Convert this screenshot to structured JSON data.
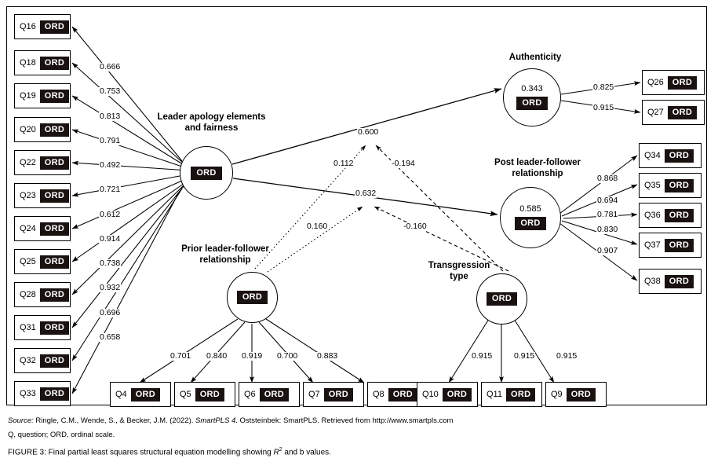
{
  "figure": {
    "source_prefix": "Source:",
    "source_text": " Ringle, C.M., Wende, S., & Becker, J.M. (2022). ",
    "source_italic": "SmartPLS 4",
    "source_tail": ". Oststeinbek: SmartPLS. Retrieved from http://www.smartpls.com",
    "abbrev_note": "Q, question; ORD, ordinal scale.",
    "caption_head": "FIGURE 3:",
    "caption_body_1": " Final partial least squares structural equation modelling showing ",
    "caption_italic": "R",
    "caption_sup": "2",
    "caption_body_2": " and b values."
  },
  "ord_label": "ORD",
  "constructs": [
    {
      "id": "leader-apology",
      "title": "Leader apology elements\nand fairness",
      "r2": ""
    },
    {
      "id": "prior-relationship",
      "title": "Prior leader-follower\nrelationship",
      "r2": ""
    },
    {
      "id": "authenticity",
      "title": "Authenticity",
      "r2": "0.343"
    },
    {
      "id": "post-relationship",
      "title": "Post leader-follower\nrelationship",
      "r2": "0.585"
    },
    {
      "id": "transgression-type",
      "title": "Transgression\ntype",
      "r2": ""
    }
  ],
  "indicators": {
    "leader_apology": [
      {
        "q": "Q16",
        "loading": "0.666"
      },
      {
        "q": "Q18",
        "loading": "0.753"
      },
      {
        "q": "Q19",
        "loading": "0.813"
      },
      {
        "q": "Q20",
        "loading": "0.791"
      },
      {
        "q": "Q22",
        "loading": "0.492"
      },
      {
        "q": "Q23",
        "loading": "0.721"
      },
      {
        "q": "Q24",
        "loading": "0.612"
      },
      {
        "q": "Q25",
        "loading": "0.914"
      },
      {
        "q": "Q28",
        "loading": "0.738"
      },
      {
        "q": "Q31",
        "loading": "0.932"
      },
      {
        "q": "Q32",
        "loading": "0.696"
      },
      {
        "q": "Q33",
        "loading": "0.658"
      }
    ],
    "prior_relationship": [
      {
        "q": "Q4",
        "loading": "0.701"
      },
      {
        "q": "Q5",
        "loading": "0.840"
      },
      {
        "q": "Q6",
        "loading": "0.919"
      },
      {
        "q": "Q7",
        "loading": "0.700"
      },
      {
        "q": "Q8",
        "loading": "0.883"
      }
    ],
    "transgression_type": [
      {
        "q": "Q10",
        "loading": "0.915"
      },
      {
        "q": "Q11",
        "loading": "0.915"
      },
      {
        "q": "Q9",
        "loading": "0.915"
      }
    ],
    "authenticity": [
      {
        "q": "Q26",
        "loading": "0.825"
      },
      {
        "q": "Q27",
        "loading": "0.915"
      }
    ],
    "post_relationship": [
      {
        "q": "Q34",
        "loading": "0.868"
      },
      {
        "q": "Q35",
        "loading": "0.694"
      },
      {
        "q": "Q36",
        "loading": "0.781"
      },
      {
        "q": "Q37",
        "loading": "0.830"
      },
      {
        "q": "Q38",
        "loading": "0.907"
      }
    ]
  },
  "paths": [
    {
      "id": "apology-to-authenticity",
      "value": "0.600",
      "style": "solid"
    },
    {
      "id": "apology-to-post",
      "value": "0.632",
      "style": "solid"
    },
    {
      "id": "prior-to-authenticity",
      "value": "0.112",
      "style": "dotted"
    },
    {
      "id": "prior-to-post",
      "value": "0.160",
      "style": "dotted"
    },
    {
      "id": "transgression-to-authenticity",
      "value": "-0.194",
      "style": "dashed"
    },
    {
      "id": "transgression-to-post",
      "value": "-0.160",
      "style": "dashed"
    }
  ],
  "chart_data": {
    "type": "diagram",
    "title": "Final partial least squares structural equation modelling showing R2 and b values.",
    "latent_variables": [
      {
        "name": "Leader apology elements and fairness",
        "r2": null,
        "scale": "ORD"
      },
      {
        "name": "Prior leader-follower relationship",
        "r2": null,
        "scale": "ORD"
      },
      {
        "name": "Transgression type",
        "r2": null,
        "scale": "ORD"
      },
      {
        "name": "Authenticity",
        "r2": 0.343,
        "scale": "ORD"
      },
      {
        "name": "Post leader-follower relationship",
        "r2": 0.585,
        "scale": "ORD"
      }
    ],
    "outer_loadings": [
      {
        "construct": "Leader apology elements and fairness",
        "indicator": "Q16",
        "value": 0.666
      },
      {
        "construct": "Leader apology elements and fairness",
        "indicator": "Q18",
        "value": 0.753
      },
      {
        "construct": "Leader apology elements and fairness",
        "indicator": "Q19",
        "value": 0.813
      },
      {
        "construct": "Leader apology elements and fairness",
        "indicator": "Q20",
        "value": 0.791
      },
      {
        "construct": "Leader apology elements and fairness",
        "indicator": "Q22",
        "value": 0.492
      },
      {
        "construct": "Leader apology elements and fairness",
        "indicator": "Q23",
        "value": 0.721
      },
      {
        "construct": "Leader apology elements and fairness",
        "indicator": "Q24",
        "value": 0.612
      },
      {
        "construct": "Leader apology elements and fairness",
        "indicator": "Q25",
        "value": 0.914
      },
      {
        "construct": "Leader apology elements and fairness",
        "indicator": "Q28",
        "value": 0.738
      },
      {
        "construct": "Leader apology elements and fairness",
        "indicator": "Q31",
        "value": 0.932
      },
      {
        "construct": "Leader apology elements and fairness",
        "indicator": "Q32",
        "value": 0.696
      },
      {
        "construct": "Leader apology elements and fairness",
        "indicator": "Q33",
        "value": 0.658
      },
      {
        "construct": "Prior leader-follower relationship",
        "indicator": "Q4",
        "value": 0.701
      },
      {
        "construct": "Prior leader-follower relationship",
        "indicator": "Q5",
        "value": 0.84
      },
      {
        "construct": "Prior leader-follower relationship",
        "indicator": "Q6",
        "value": 0.919
      },
      {
        "construct": "Prior leader-follower relationship",
        "indicator": "Q7",
        "value": 0.7
      },
      {
        "construct": "Prior leader-follower relationship",
        "indicator": "Q8",
        "value": 0.883
      },
      {
        "construct": "Transgression type",
        "indicator": "Q10",
        "value": 0.915
      },
      {
        "construct": "Transgression type",
        "indicator": "Q11",
        "value": 0.915
      },
      {
        "construct": "Transgression type",
        "indicator": "Q9",
        "value": 0.915
      },
      {
        "construct": "Authenticity",
        "indicator": "Q26",
        "value": 0.825
      },
      {
        "construct": "Authenticity",
        "indicator": "Q27",
        "value": 0.915
      },
      {
        "construct": "Post leader-follower relationship",
        "indicator": "Q34",
        "value": 0.868
      },
      {
        "construct": "Post leader-follower relationship",
        "indicator": "Q35",
        "value": 0.694
      },
      {
        "construct": "Post leader-follower relationship",
        "indicator": "Q36",
        "value": 0.781
      },
      {
        "construct": "Post leader-follower relationship",
        "indicator": "Q37",
        "value": 0.83
      },
      {
        "construct": "Post leader-follower relationship",
        "indicator": "Q38",
        "value": 0.907
      }
    ],
    "structural_paths": [
      {
        "from": "Leader apology elements and fairness",
        "to": "Authenticity",
        "value": 0.6,
        "line": "solid"
      },
      {
        "from": "Leader apology elements and fairness",
        "to": "Post leader-follower relationship",
        "value": 0.632,
        "line": "solid"
      },
      {
        "from": "Prior leader-follower relationship",
        "to": "Authenticity",
        "value": 0.112,
        "line": "dotted"
      },
      {
        "from": "Prior leader-follower relationship",
        "to": "Post leader-follower relationship",
        "value": 0.16,
        "line": "dotted"
      },
      {
        "from": "Transgression type",
        "to": "Authenticity",
        "value": -0.194,
        "line": "dashed"
      },
      {
        "from": "Transgression type",
        "to": "Post leader-follower relationship",
        "value": -0.16,
        "line": "dashed"
      }
    ]
  }
}
